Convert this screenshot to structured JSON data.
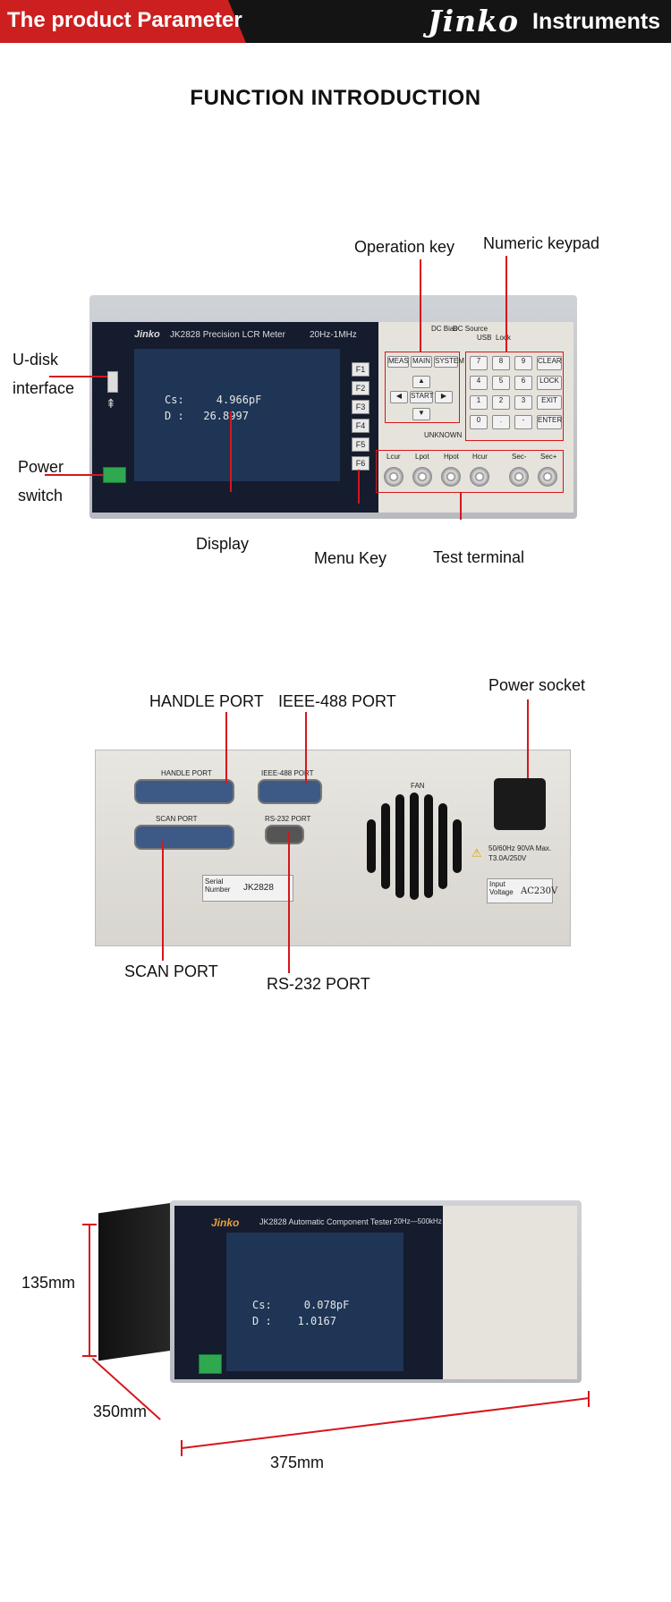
{
  "header": {
    "tag": "The product Parameter",
    "brand": "Jinko",
    "brand_sub": "Instruments"
  },
  "section_title": "FUNCTION INTRODUCTION",
  "front": {
    "labels": {
      "operation_key": "Operation key",
      "numeric_keypad": "Numeric keypad",
      "udisk_line1": "U-disk",
      "udisk_line2": "interface",
      "power_line1": "Power",
      "power_line2": "switch",
      "display": "Display",
      "menu_key": "Menu Key",
      "test_terminal": "Test terminal"
    },
    "device_model": "JK2828 Precision LCR Meter",
    "device_brand": "Jinko",
    "freq_range": "20Hz-1MHz",
    "reading_cs": "Cs:     4.966pF",
    "reading_d": "D :   26.8997",
    "fkeys": [
      "F1",
      "F2",
      "F3",
      "F4",
      "F5",
      "F6"
    ],
    "op_keys": [
      "MEAS",
      "MAIN",
      "SYSTEM",
      "START"
    ],
    "status": [
      "DC Bias",
      "DC Source",
      "USB",
      "Lock"
    ],
    "num_keys": [
      "7",
      "8",
      "9",
      "CLEAR",
      "4",
      "5",
      "6",
      "LOCK",
      "1",
      "2",
      "3",
      "EXIT",
      "0",
      ".",
      "-",
      "ENTER"
    ],
    "unknown": "UNKNOWN",
    "terminals": [
      "Lcur",
      "Lpot",
      "Hpot",
      "Hcur",
      "Sec-",
      "Sec+"
    ]
  },
  "rear": {
    "labels": {
      "handle_port": "HANDLE PORT",
      "ieee_port": "IEEE-488 PORT",
      "power_socket": "Power socket",
      "scan_port": "SCAN PORT",
      "rs232_port": "RS-232 PORT"
    },
    "panel_text": {
      "handle": "HANDLE   PORT",
      "ieee": "IEEE-488   PORT",
      "scan": "SCAN   PORT",
      "rs232": "RS-232   PORT",
      "fan": "FAN",
      "serial": "Serial Number",
      "model": "JK2828",
      "power_spec1": "50/60Hz 90VA Max.",
      "power_spec2": "T3.0A/250V",
      "input_voltage": "Input Voltage",
      "ac": "AC230V"
    }
  },
  "dimensions": {
    "height": "135mm",
    "depth": "350mm",
    "width": "375mm",
    "device_model": "JK2828 Automatic Component Tester",
    "freq_range": "20Hz—500kHz",
    "reading_cs": "Cs:     0.078pF",
    "reading_d": "D :    1.0167"
  }
}
